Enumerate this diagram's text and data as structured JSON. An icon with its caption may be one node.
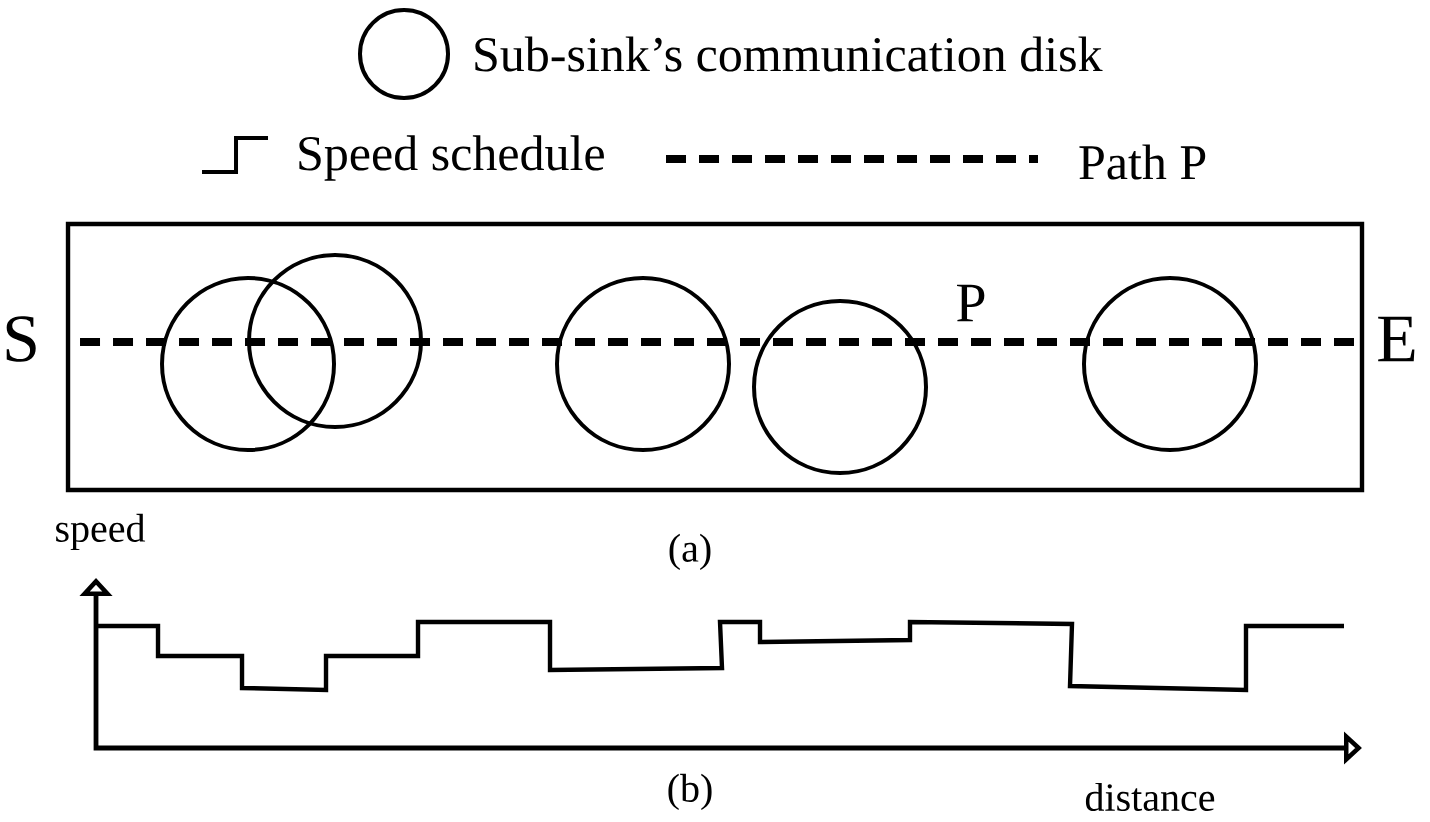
{
  "diagram": {
    "nodes": [
      {
        "text": [],
        "shape": "circle"
      },
      {
        "text": [],
        "shape": "circle"
      },
      {
        "text": [],
        "shape": "circle"
      },
      {
        "text": [],
        "shape": "circle"
      },
      {
        "text": [],
        "shape": "circle"
      }
    ],
    "labels": [
      "S",
      "P",
      "E",
      "speed",
      "(a)",
      "(b)",
      "distance"
    ],
    "legend": [
      {
        "text": "Sub-sink’s communication disk"
      },
      {
        "text": "Speed schedule"
      },
      {
        "text": "Path P"
      }
    ]
  }
}
